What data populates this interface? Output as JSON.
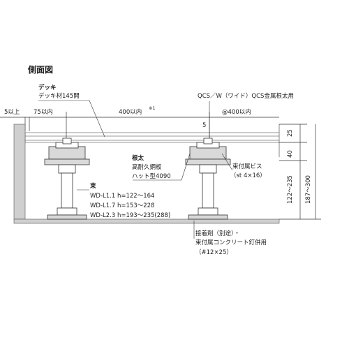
{
  "title": "側面図",
  "labels": {
    "deck": "デッキ",
    "deck_spec": "デッキ材145開",
    "qcs": "QCS／W（ワイド）QCS金属根太用",
    "dim_5_above": "5以上",
    "dim_75": "75以内",
    "dim_400": "400以内",
    "note_ref": "※1",
    "dim_pitch": "@400以内",
    "dim_5": "5",
    "dim_25": "25",
    "dim_40": "40",
    "dim_122_235": "122〜235",
    "dim_187_300": "187〜300",
    "joist": "根太",
    "joist_spec1": "高耐久鋼板",
    "joist_spec2": "ハット型4090",
    "screw": "束付属ビス",
    "screw_spec": "（st 4×16）",
    "post": "束",
    "post_spec1": "WD-L1.1 h=122〜164",
    "post_spec2": "WD-L1.7 h=153〜228",
    "post_spec3": "WD-L2.3 h=193〜235(288)",
    "adhesive": "接着剤（別途）・",
    "nail": "束付属コンクリート釘併用",
    "nail_spec": "（#12×25）"
  },
  "colors": {
    "line": "#333333",
    "steel": "#d9d9d9",
    "shade": "#cfcfcf"
  }
}
